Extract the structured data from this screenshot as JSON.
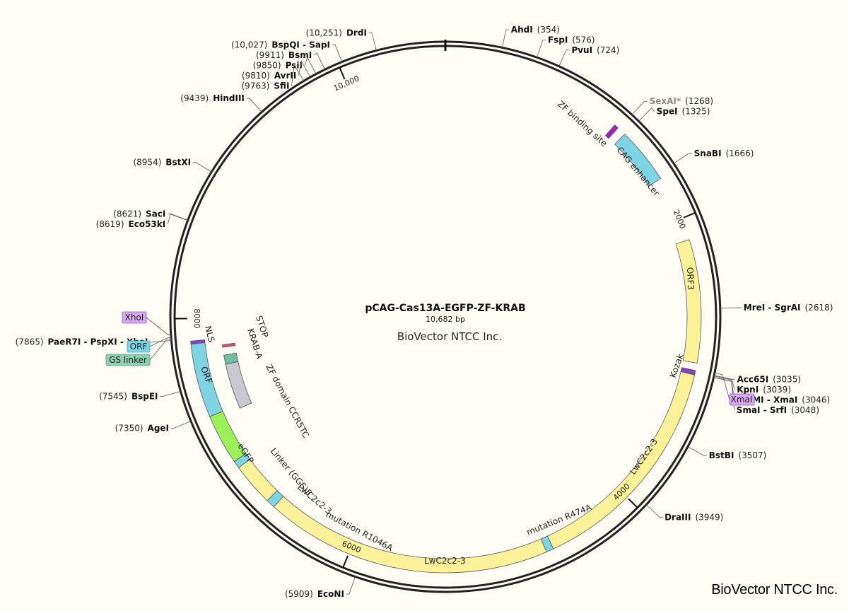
{
  "plasmid": {
    "name": "pCAG-Cas13A-EGFP-ZF-KRAB",
    "length_label": "10,682 bp",
    "length": 10682,
    "company": "BioVector NTCC Inc."
  },
  "watermark": "BioVector NTCC Inc.",
  "ticks": [
    {
      "pos": 2000,
      "label": "2000"
    },
    {
      "pos": 4000,
      "label": "4000"
    },
    {
      "pos": 6000,
      "label": "6000"
    },
    {
      "pos": 8000,
      "label": "8000"
    },
    {
      "pos": 10000,
      "label": "10,000"
    }
  ],
  "sites": [
    {
      "name": "DrdI",
      "pos_label": "(10,251)",
      "pos": 10251,
      "side": "left"
    },
    {
      "name": "BspQI - SapI",
      "pos_label": "(10,027)",
      "pos": 10027,
      "side": "left"
    },
    {
      "name": "BsmI",
      "pos_label": "(9911)",
      "pos": 9911,
      "side": "left"
    },
    {
      "name": "PsiI",
      "pos_label": "(9850)",
      "pos": 9850,
      "side": "left"
    },
    {
      "name": "AvrII",
      "pos_label": "(9810)",
      "pos": 9810,
      "side": "left"
    },
    {
      "name": "SfiI",
      "pos_label": "(9763)",
      "pos": 9763,
      "side": "left"
    },
    {
      "name": "HindIII",
      "pos_label": "(9439)",
      "pos": 9439,
      "side": "left"
    },
    {
      "name": "BstXI",
      "pos_label": "(8954)",
      "pos": 8954,
      "side": "left"
    },
    {
      "name": "SacI",
      "pos_label": "(8621)",
      "pos": 8621,
      "side": "left"
    },
    {
      "name": "Eco53kI",
      "pos_label": "(8619)",
      "pos": 8619,
      "side": "left"
    },
    {
      "name": "PaeR7I - PspXI - XhoI",
      "pos_label": "(7865)",
      "pos": 7865,
      "side": "left"
    },
    {
      "name": "BspEI",
      "pos_label": "(7545)",
      "pos": 7545,
      "side": "left"
    },
    {
      "name": "AgeI",
      "pos_label": "(7350)",
      "pos": 7350,
      "side": "left"
    },
    {
      "name": "EcoNI",
      "pos_label": "(5909)",
      "pos": 5909,
      "side": "left"
    },
    {
      "name": "AhdI",
      "pos_label": "(354)",
      "pos": 354,
      "side": "right"
    },
    {
      "name": "FspI",
      "pos_label": "(576)",
      "pos": 576,
      "side": "right"
    },
    {
      "name": "PvuI",
      "pos_label": "(724)",
      "pos": 724,
      "side": "right"
    },
    {
      "name": "SexAI*",
      "pos_label": "(1268)",
      "pos": 1268,
      "side": "right",
      "grey": true
    },
    {
      "name": "SpeI",
      "pos_label": "(1325)",
      "pos": 1325,
      "side": "right"
    },
    {
      "name": "SnaBI",
      "pos_label": "(1666)",
      "pos": 1666,
      "side": "right"
    },
    {
      "name": "MreI - SgrAI",
      "pos_label": "(2618)",
      "pos": 2618,
      "side": "right"
    },
    {
      "name": "Acc65I",
      "pos_label": "(3035)",
      "pos": 3035,
      "side": "right"
    },
    {
      "name": "KpnI",
      "pos_label": "(3039)",
      "pos": 3039,
      "side": "right"
    },
    {
      "name": "TspMI - XmaI",
      "pos_label": "(3046)",
      "pos": 3046,
      "side": "right"
    },
    {
      "name": "SmaI - SrfI",
      "pos_label": "(3048)",
      "pos": 3048,
      "side": "right"
    },
    {
      "name": "BstBI",
      "pos_label": "(3507)",
      "pos": 3507,
      "side": "right"
    },
    {
      "name": "DraIII",
      "pos_label": "(3949)",
      "pos": 3949,
      "side": "right"
    }
  ],
  "features": [
    {
      "name": "ZF binding site",
      "start": 1230,
      "end": 1260,
      "color": "#a020c0",
      "ring": "inner1"
    },
    {
      "name": "CAG enhancer",
      "start": 1320,
      "end": 1700,
      "color": "#7fd4e4",
      "ring": "inner1"
    },
    {
      "name": "ORF3",
      "start": 2150,
      "end": 2980,
      "color": "#fdf19a",
      "ring": "inner1"
    },
    {
      "name": "Kozak",
      "start": 3030,
      "end": 3060,
      "color": "#8c3ec8",
      "ring": "inner1"
    },
    {
      "name": "LwC2c2-3",
      "start": 3060,
      "end": 4600,
      "color": "#fdf19a",
      "ring": "inner1"
    },
    {
      "name": "mutation R474A",
      "start": 4600,
      "end": 4650,
      "color": "#7fd4e4",
      "ring": "inner1"
    },
    {
      "name": "LwC2c2-3",
      "start": 4650,
      "end": 6590,
      "color": "#fdf19a",
      "ring": "inner1"
    },
    {
      "name": "mutation R1046A",
      "start": 6590,
      "end": 6650,
      "color": "#7fd4e4",
      "ring": "inner1"
    },
    {
      "name": "LwC2c2-3",
      "start": 6650,
      "end": 6940,
      "color": "#fdf19a",
      "ring": "inner1"
    },
    {
      "name": "Linker (GGS)5",
      "start": 6940,
      "end": 6990,
      "color": "#7fd4e4",
      "ring": "inner1"
    },
    {
      "name": "eGFP",
      "start": 6990,
      "end": 7330,
      "color": "#9df05a",
      "ring": "inner1"
    },
    {
      "name": "ORF",
      "start": 7330,
      "end": 7830,
      "color": "#7fd4e4",
      "ring": "inner1"
    },
    {
      "name": "NLS",
      "start": 7830,
      "end": 7850,
      "color": "#8c3ec8",
      "ring": "inner1"
    },
    {
      "name": "ZF domain CCR5TC",
      "start": 7300,
      "end": 7650,
      "color": "#c8c8d0",
      "ring": "inner2"
    },
    {
      "name": "KRAB-A",
      "start": 7650,
      "end": 7720,
      "color": "#6fc0a0",
      "ring": "inner2"
    },
    {
      "name": "STOP",
      "start": 7780,
      "end": 7800,
      "color": "#e0506a",
      "ring": "inner2"
    }
  ],
  "badges": [
    {
      "text": "XhoI",
      "color": "#d8a8f0"
    },
    {
      "text": "ORF",
      "color": "#7fd4e4"
    },
    {
      "text": "GS linker",
      "color": "#8fd0b0"
    },
    {
      "text": "XmaI",
      "color": "#d8a8f0"
    }
  ]
}
